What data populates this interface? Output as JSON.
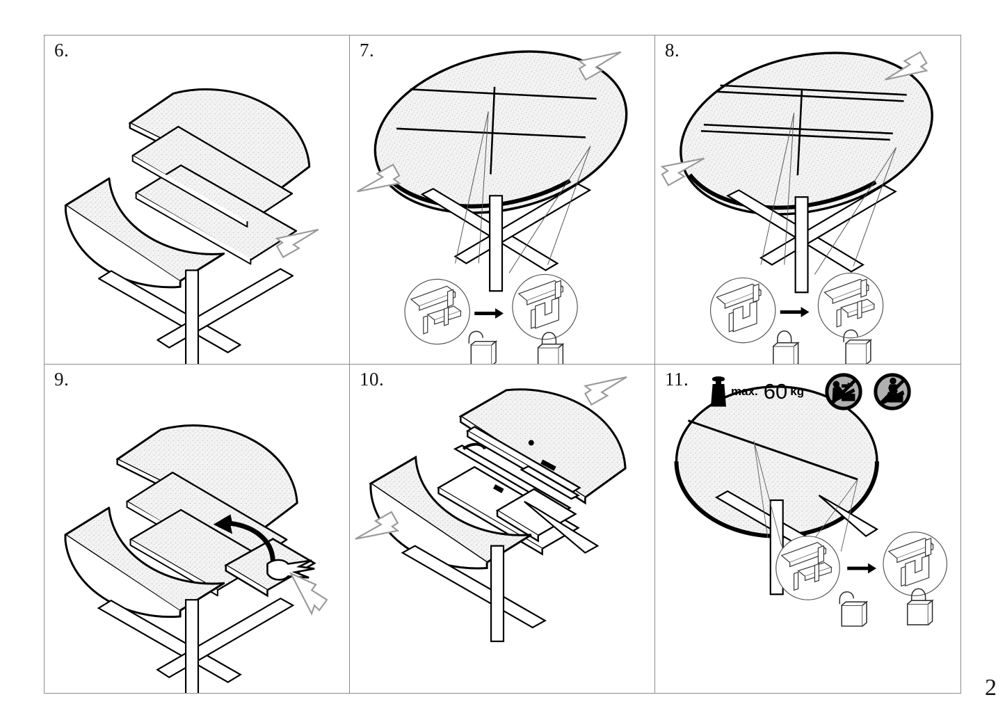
{
  "document": {
    "type": "furniture-assembly-instructions",
    "product": "round extendable dining table",
    "page_number": "2"
  },
  "panels": [
    {
      "id": "step-6",
      "number": "6.",
      "illustration": "extendable-round-table-with-insert-leaf-pulled-open",
      "arrows": [
        {
          "name": "push-arrow-right",
          "direction": "up-left",
          "style": "outline"
        }
      ],
      "details": []
    },
    {
      "id": "step-7",
      "number": "7.",
      "illustration": "oval-extended-table-closing",
      "arrows": [
        {
          "name": "push-arrow-top-right",
          "direction": "down-left",
          "style": "outline"
        },
        {
          "name": "push-arrow-bottom-left",
          "direction": "up-right",
          "style": "outline"
        }
      ],
      "details": [
        {
          "name": "detail-circle-before",
          "lock_state": "unlocked"
        },
        {
          "name": "transition-arrow",
          "direction": "right"
        },
        {
          "name": "detail-circle-after",
          "lock_state": "locked"
        }
      ]
    },
    {
      "id": "step-8",
      "number": "8.",
      "illustration": "oval-extended-table-opening",
      "arrows": [
        {
          "name": "pull-arrow-top-right",
          "direction": "up-right",
          "style": "outline"
        },
        {
          "name": "pull-arrow-bottom-left",
          "direction": "down-left",
          "style": "outline"
        }
      ],
      "details": [
        {
          "name": "detail-circle-before",
          "lock_state": "locked"
        },
        {
          "name": "transition-arrow",
          "direction": "right"
        },
        {
          "name": "detail-circle-after",
          "lock_state": "unlocked"
        }
      ]
    },
    {
      "id": "step-9",
      "number": "9.",
      "illustration": "folding-insert-leaf-by-hand",
      "arrows": [
        {
          "name": "fold-arrow-curved",
          "direction": "curved-left",
          "style": "solid"
        },
        {
          "name": "push-arrow-right",
          "direction": "down-right",
          "style": "outline"
        }
      ],
      "details": []
    },
    {
      "id": "step-10",
      "number": "10.",
      "illustration": "table-halves-sliding-together-mechanism-visible",
      "arrows": [
        {
          "name": "push-arrow-top-right",
          "direction": "down-left",
          "style": "outline"
        },
        {
          "name": "push-arrow-bottom-left",
          "direction": "up-right",
          "style": "outline"
        }
      ],
      "details": []
    },
    {
      "id": "step-11",
      "number": "11.",
      "illustration": "closed-round-table-final",
      "warning": {
        "weight_icon": "weight-icon",
        "max_label": "max.",
        "max_value": "60",
        "unit": "kg",
        "prohibitions": [
          {
            "name": "no-leaning-on-table-icon",
            "label": "do not lean or push on table"
          },
          {
            "name": "no-standing-on-table-icon",
            "label": "do not stand or climb on table"
          }
        ]
      },
      "arrows": [],
      "details": [
        {
          "name": "detail-circle-before",
          "lock_state": "unlocked"
        },
        {
          "name": "transition-arrow",
          "direction": "right"
        },
        {
          "name": "detail-circle-after",
          "lock_state": "locked"
        }
      ]
    }
  ],
  "colors": {
    "line": "#000000",
    "grid_border": "#8a8a8a",
    "panel_background": "#ffffff",
    "tabletop_fill": "#f2f2f2",
    "arrow_outline": "#9a9a9a",
    "prohibition_grey": "#b0b0b0"
  }
}
